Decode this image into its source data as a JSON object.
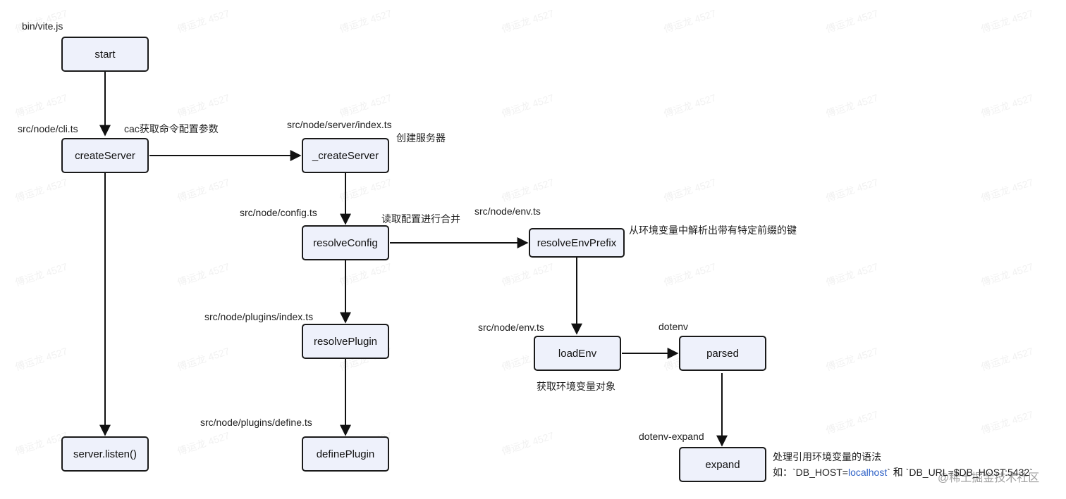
{
  "nodes": {
    "start": "start",
    "createServer": "createServer",
    "listen": "server.listen()",
    "innerCreateServer": "_createServer",
    "resolveConfig": "resolveConfig",
    "resolvePlugin": "resolvePlugin",
    "definePlugin": "definePlugin",
    "resolveEnvPrefix": "resolveEnvPrefix",
    "loadEnv": "loadEnv",
    "parsed": "parsed",
    "expand": "expand"
  },
  "labels": {
    "bin_vite": "bin/vite.js",
    "cli": "src/node/cli.ts",
    "cac": "cac获取命令配置参数",
    "server_index": "src/node/server/index.ts",
    "create_server_desc": "创建服务器",
    "config": "src/node/config.ts",
    "read_config": "读取配置进行合并",
    "env_ts_top": "src/node/env.ts",
    "env_prefix_desc": "从环境变量中解析出带有特定前缀的键",
    "plugins_index": "src/node/plugins/index.ts",
    "env_ts_bottom": "src/node/env.ts",
    "dotenv": "dotenv",
    "get_env_obj": "获取环境变量对象",
    "plugins_define": "src/node/plugins/define.ts",
    "dotenv_expand": "dotenv-expand",
    "expand_desc": "处理引用环境变量的语法",
    "example_prefix": "如：`DB_HOST=",
    "example_highlight": "localhost",
    "example_suffix": "` 和 `DB_URL=$DB_HOST:5432`"
  },
  "watermark": {
    "author": "傅运龙 4527",
    "footer": "@稀土掘金技术社区"
  },
  "colors": {
    "node_fill": "#eef1fb",
    "node_border": "#1a1a1a",
    "highlight": "#2f62c7"
  }
}
